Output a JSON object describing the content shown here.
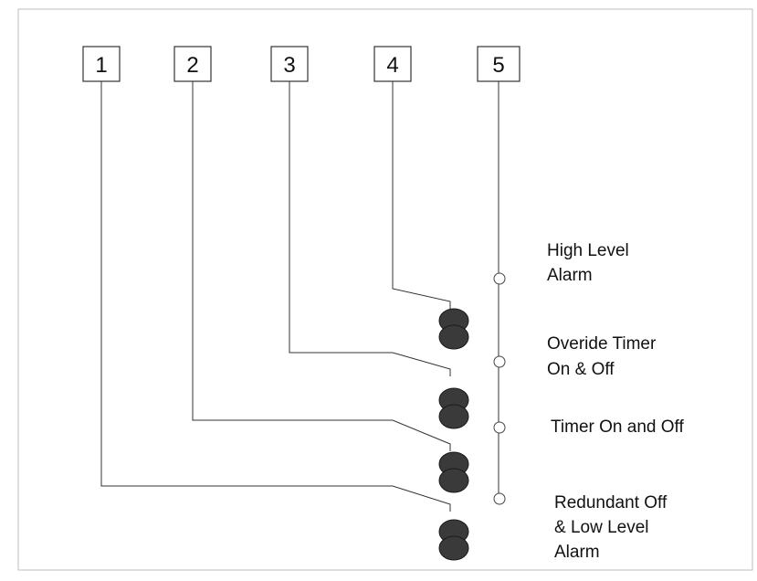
{
  "terminals": [
    "1",
    "2",
    "3",
    "4",
    "5"
  ],
  "labels": {
    "high_level": [
      "High Level",
      "Alarm"
    ],
    "override_timer": [
      "Overide Timer",
      "On & Off"
    ],
    "timer": [
      "Timer On and Off"
    ],
    "redundant": [
      "Redundant Off",
      "& Low Level",
      "Alarm"
    ]
  },
  "colors": {
    "float": "#3a3a3a",
    "line": "#333333"
  }
}
